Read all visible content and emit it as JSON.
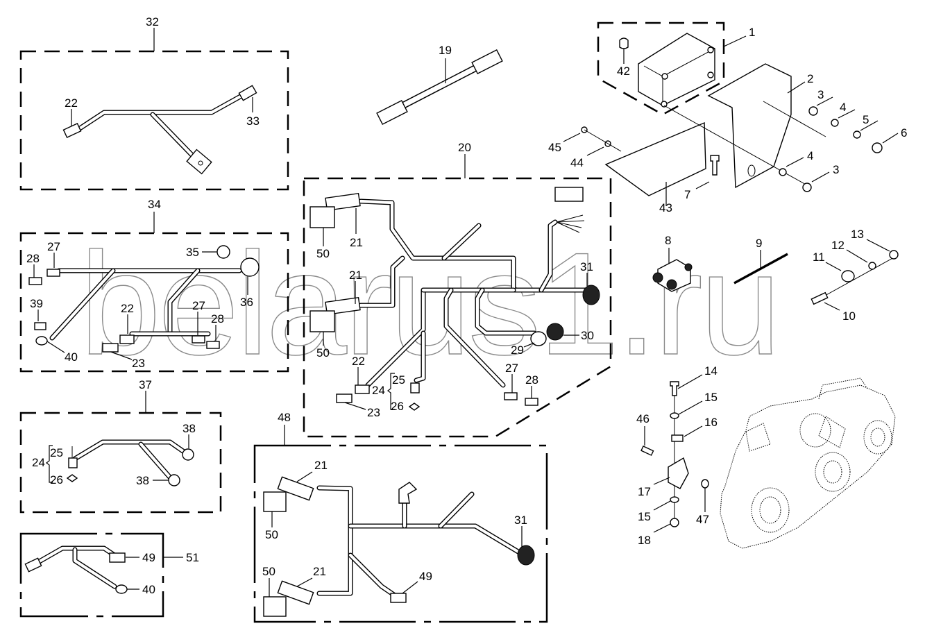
{
  "watermark": "belarus1.ru",
  "assemblies": [
    {
      "id": "32",
      "children": [
        "22",
        "33"
      ]
    },
    {
      "id": "34",
      "children": [
        "27",
        "28",
        "35",
        "36",
        "39",
        "40",
        "22",
        "23",
        "27",
        "28"
      ]
    },
    {
      "id": "37",
      "children": [
        "24",
        "25",
        "26",
        "38",
        "38"
      ]
    },
    {
      "id": "51",
      "children": [
        "49",
        "40"
      ]
    },
    {
      "id": "20",
      "children": [
        "21",
        "50",
        "21",
        "50",
        "31",
        "30",
        "29",
        "22",
        "23",
        "24",
        "25",
        "26",
        "27",
        "28"
      ]
    },
    {
      "id": "48",
      "children": [
        "21",
        "50",
        "31",
        "50",
        "21",
        "49"
      ]
    },
    {
      "id": "1",
      "children": [
        "42"
      ]
    }
  ],
  "callouts": {
    "c32": "32",
    "c22a": "22",
    "c33": "33",
    "c34": "34",
    "c27a": "27",
    "c28a": "28",
    "c35": "35",
    "c36": "36",
    "c39": "39",
    "c40a": "40",
    "c22b": "22",
    "c23a": "23",
    "c27b": "27",
    "c28b": "28",
    "c37": "37",
    "c38a": "38",
    "c38b": "38",
    "c24a": "24",
    "c25a": "25",
    "c26a": "26",
    "c51": "51",
    "c49a": "49",
    "c40b": "40",
    "c19": "19",
    "c20": "20",
    "c21a": "21",
    "c50a": "50",
    "c21b": "21",
    "c50b": "50",
    "c31a": "31",
    "c30": "30",
    "c29": "29",
    "c22c": "22",
    "c23b": "23",
    "c24b": "24",
    "c25b": "25",
    "c26b": "26",
    "c27c": "27",
    "c28c": "28",
    "c48": "48",
    "c21c": "21",
    "c50c": "50",
    "c31b": "31",
    "c50d": "50",
    "c21d": "21",
    "c49b": "49",
    "c1": "1",
    "c42": "42",
    "c2": "2",
    "c3a": "3",
    "c4a": "4",
    "c5": "5",
    "c6": "6",
    "c45": "45",
    "c44": "44",
    "c43": "43",
    "c7": "7",
    "c4b": "4",
    "c3b": "3",
    "c8": "8",
    "c9": "9",
    "c11": "11",
    "c12": "12",
    "c13": "13",
    "c10": "10",
    "c14": "14",
    "c15a": "15",
    "c16": "16",
    "c46": "46",
    "c17": "17",
    "c47": "47",
    "c15b": "15",
    "c18": "18"
  }
}
